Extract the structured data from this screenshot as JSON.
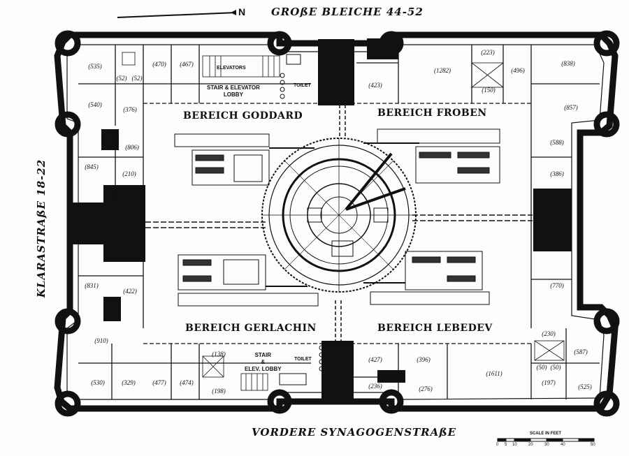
{
  "north_label": "N",
  "streets": {
    "top": "GROßE BLEICHE 44-52",
    "bottom": "VORDERE SYNAGOGENSTRAßE",
    "left": "KLARASTRAßE 18-22"
  },
  "zones": {
    "nw": "BEREICH GODDARD",
    "ne": "BEREICH FROBEN",
    "sw": "BEREICH GERLACHIN",
    "se": "BEREICH LEBEDEV"
  },
  "lobbies": {
    "top_elevator": "ELEVATORS",
    "top_lobby": "STAIR & ELEVATOR\nLOBBY",
    "bottom_lobby": "STAIR\n&\nELEV. LOBBY",
    "toilet_top": "TOILET",
    "toilet_bottom": "TOILET"
  },
  "rooms": {
    "r535": "(535)",
    "r470": "(470)",
    "r467": "(467)",
    "r52a": "(52)",
    "r52b": "(52)",
    "r540": "(540)",
    "r376": "(376)",
    "r423": "(423)",
    "r1282": "(1282)",
    "r223": "(223)",
    "r496": "(496)",
    "r838": "(838)",
    "r150": "(150)",
    "r857": "(857)",
    "r806": "(806)",
    "r845": "(845)",
    "r210": "(210)",
    "r588": "(588)",
    "r386": "(386)",
    "r831": "(831)",
    "r422": "(422)",
    "r770": "(770)",
    "r910": "(910)",
    "r230": "(230)",
    "r587": "(587)",
    "r138": "(138)",
    "r427": "(427)",
    "r396": "(396)",
    "r1611": "(1611)",
    "r50a": "(50)",
    "r50b": "(50)",
    "r530": "(530)",
    "r329": "(329)",
    "r477": "(477)",
    "r474": "(474)",
    "r198": "(198)",
    "r236": "(236)",
    "r276": "(276)",
    "r197": "(197)",
    "r525": "(525)"
  },
  "scale": {
    "title": "SCALE IN FEET",
    "ticks": [
      "0",
      "5",
      "10",
      "20",
      "30",
      "40",
      "50"
    ]
  }
}
